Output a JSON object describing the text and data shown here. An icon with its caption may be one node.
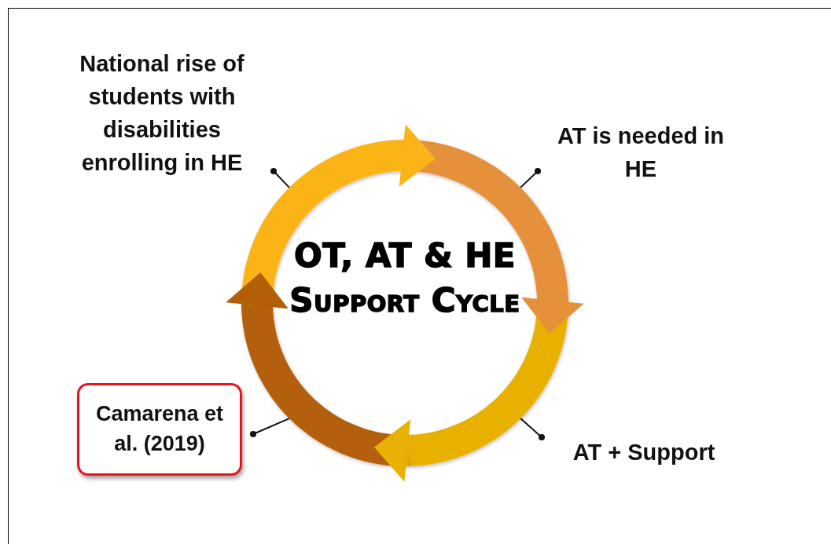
{
  "diagram": {
    "nodes": [
      {
        "text": [
          "OT, AT & HE Support Cycle"
        ]
      },
      {
        "text": [],
        "shape": "arc"
      },
      {
        "text": [],
        "shape": "arc"
      },
      {
        "text": [],
        "shape": "arc"
      },
      {
        "text": [],
        "shape": "arc"
      },
      {
        "text": [
          "National rise of students with disabilities enrolling in HE"
        ]
      },
      {
        "text": [
          "AT is needed in HE"
        ]
      },
      {
        "text": [
          "AT + Support"
        ]
      },
      {
        "text": [
          "Camarena et al. (2019)"
        ]
      }
    ],
    "edges": [
      {
        "from": 5,
        "to": 1,
        "arrow": "other"
      },
      {
        "from": 6,
        "to": 2,
        "arrow": "other"
      },
      {
        "from": 7,
        "to": 3,
        "arrow": "other"
      },
      {
        "from": 8,
        "to": 4,
        "arrow": "other"
      },
      {
        "from": 1,
        "to": 2,
        "arrow": "to",
        "style": "thick",
        "color": "#fbb417"
      },
      {
        "from": 2,
        "to": 3,
        "arrow": "to",
        "style": "thick",
        "color": "#e5913a"
      },
      {
        "from": 3,
        "to": 4,
        "arrow": "to",
        "style": "thick",
        "color": "#e8b103"
      },
      {
        "from": 4,
        "to": 1,
        "arrow": "to",
        "style": "thick",
        "color": "#b35f07"
      }
    ]
  }
}
